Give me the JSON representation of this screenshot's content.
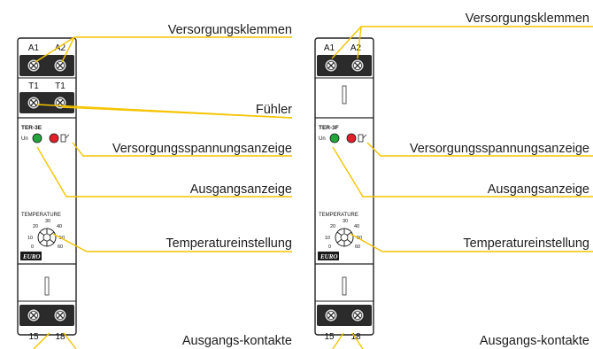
{
  "colors": {
    "leader": "#f5c400",
    "outline": "#222222",
    "led_green": "#22a53a",
    "led_red": "#e4202a",
    "text": "#1c1c1c"
  },
  "labels": {
    "supply_terminals": "Versorgungsklemmen",
    "sensor": "Fühler",
    "supply_indicator": "Versorgungsspannungsanzeige",
    "output_indicator": "Ausgangsanzeige",
    "temperature_setting": "Temperatureinstellung",
    "output_contacts": "Ausgangs-kontakte"
  },
  "devices": [
    {
      "model": "TER-3E",
      "top_terminals": [
        "A1",
        "A2"
      ],
      "sensor_terminals": [
        "T1",
        "T1"
      ],
      "bottom_terminals": [
        "15",
        "18"
      ],
      "un_label": "Un",
      "dial_title": "TEMPERATURE",
      "dial_ticks": [
        "0",
        "10",
        "20",
        "30",
        "40",
        "50",
        "60"
      ],
      "brand": "EURO"
    },
    {
      "model": "TER-3F",
      "top_terminals": [
        "A1",
        "A2"
      ],
      "sensor_terminals": [],
      "bottom_terminals": [
        "15",
        "18"
      ],
      "un_label": "Un",
      "dial_title": "TEMPERATURE",
      "dial_ticks": [
        "0",
        "10",
        "20",
        "30",
        "40",
        "50",
        "60"
      ],
      "brand": "EURO"
    }
  ]
}
